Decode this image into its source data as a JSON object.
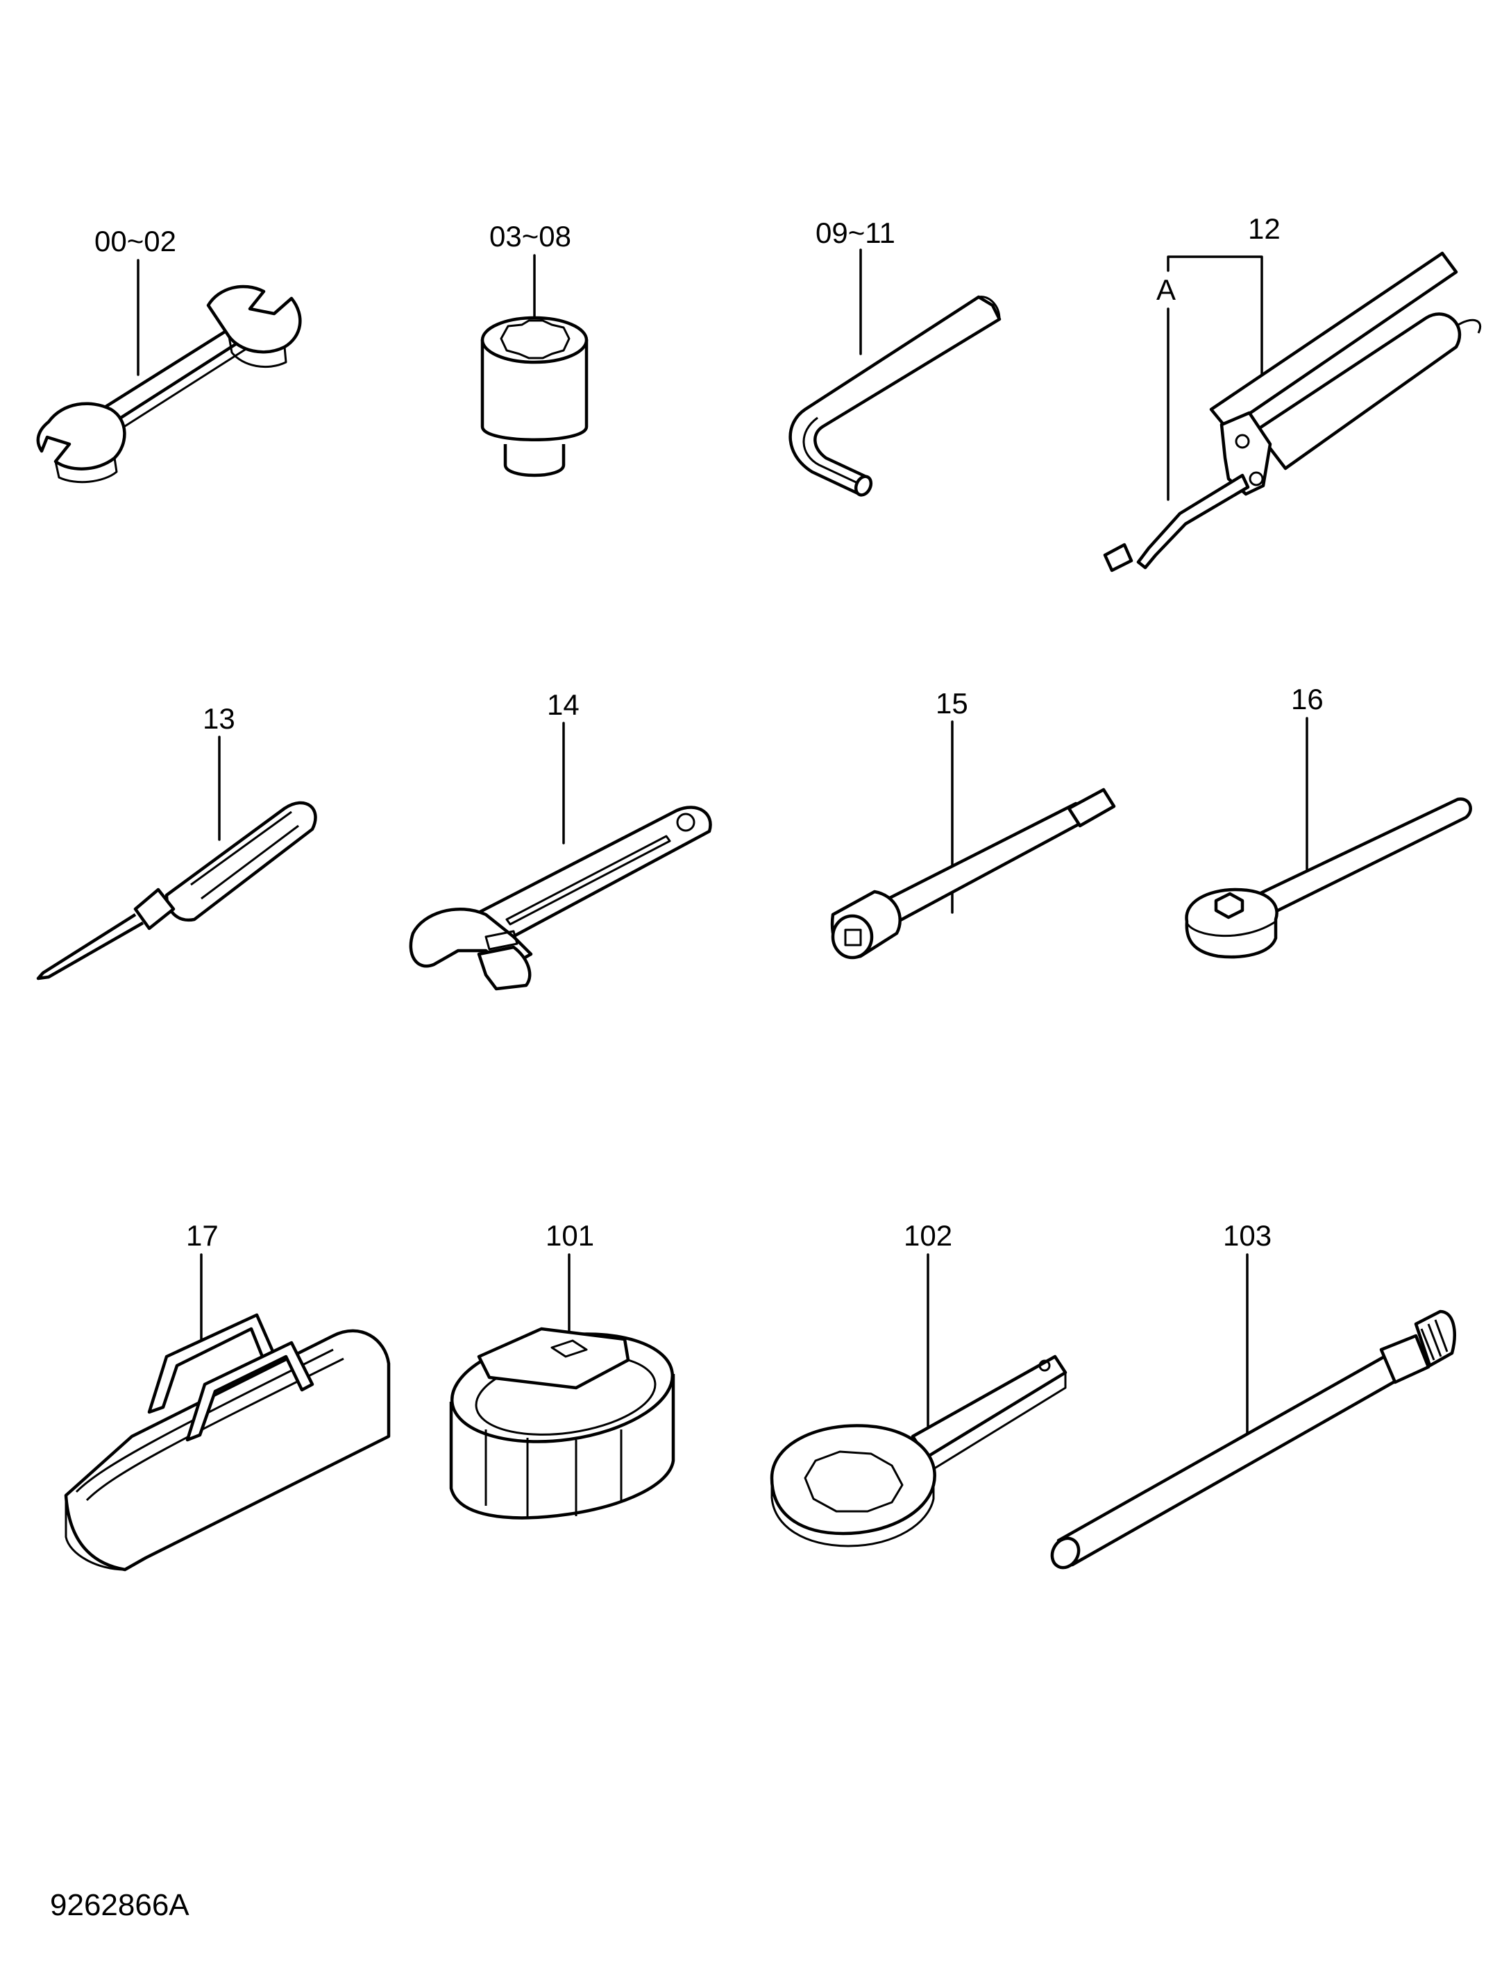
{
  "drawing_code": "9262866A",
  "parts": [
    {
      "id": "wrench",
      "label": "00~02"
    },
    {
      "id": "socket",
      "label": "03~08"
    },
    {
      "id": "hex-key",
      "label": "09~11"
    },
    {
      "id": "grease-gun",
      "label": "12",
      "sublabel": "A"
    },
    {
      "id": "screwdriver",
      "label": "13"
    },
    {
      "id": "adjustable-wrench",
      "label": "14"
    },
    {
      "id": "extension-bar",
      "label": "15"
    },
    {
      "id": "ratchet-handle",
      "label": "16"
    },
    {
      "id": "tool-bag",
      "label": "17"
    },
    {
      "id": "filter-wrench",
      "label": "101"
    },
    {
      "id": "ring-spanner",
      "label": "102"
    },
    {
      "id": "bar",
      "label": "103"
    }
  ]
}
